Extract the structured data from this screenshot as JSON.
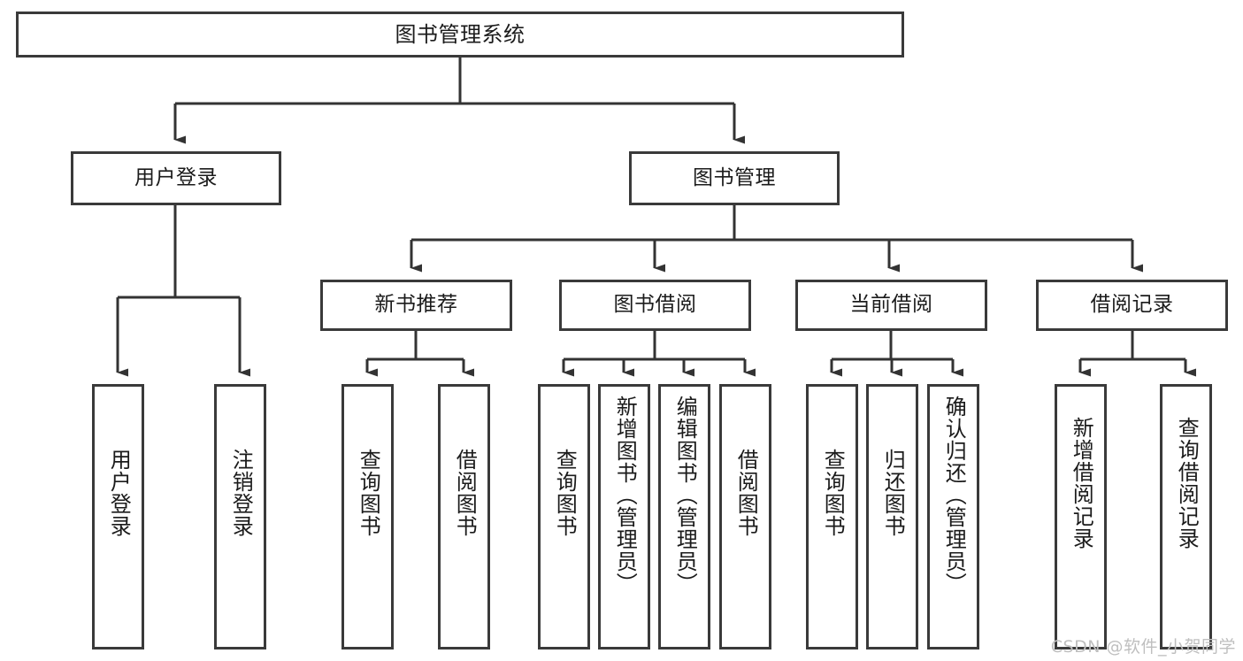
{
  "diagram": {
    "type": "tree-hierarchy",
    "title": "图书管理系统",
    "orientation": "top-down",
    "colors": {
      "box_border": "#3a3a3a",
      "box_fill": "#ffffff",
      "edge": "#333333",
      "text": "#1b1b1b",
      "watermark": "#bfbfbf",
      "background": "#ffffff"
    },
    "levels": 4
  },
  "nodes": {
    "root": {
      "label": "图书管理系统"
    },
    "level2": [
      {
        "id": "user-login",
        "label": "用户登录"
      },
      {
        "id": "book-management",
        "label": "图书管理"
      }
    ],
    "level3": [
      {
        "id": "new-book-recommend",
        "label": "新书推荐"
      },
      {
        "id": "book-borrow",
        "label": "图书借阅"
      },
      {
        "id": "current-borrow",
        "label": "当前借阅"
      },
      {
        "id": "borrow-record",
        "label": "借阅记录"
      }
    ],
    "leaves": {
      "user_login": [
        {
          "id": "leaf-user-login",
          "label": "用户登录"
        },
        {
          "id": "leaf-logout-login",
          "label": "注销登录"
        }
      ],
      "new_book_recommend": [
        {
          "id": "leaf-query-book-1",
          "label": "查询图书"
        },
        {
          "id": "leaf-borrow-book-1",
          "label": "借阅图书"
        }
      ],
      "book_borrow": [
        {
          "id": "leaf-query-book-2",
          "label": "查询图书"
        },
        {
          "id": "leaf-add-book",
          "label": "新增图书（管理员）"
        },
        {
          "id": "leaf-edit-book",
          "label": "编辑图书（管理员）"
        },
        {
          "id": "leaf-borrow-book-2",
          "label": "借阅图书"
        }
      ],
      "current_borrow": [
        {
          "id": "leaf-query-book-3",
          "label": "查询图书"
        },
        {
          "id": "leaf-return-book",
          "label": "归还图书"
        },
        {
          "id": "leaf-confirm-return",
          "label": "确认归还（管理员）"
        }
      ],
      "borrow_record": [
        {
          "id": "leaf-add-borrow-record",
          "label": "新增借阅记录"
        },
        {
          "id": "leaf-query-borrow-record",
          "label": "查询借阅记录"
        }
      ]
    }
  },
  "watermark": {
    "text": "CSDN @软件_小贺同学"
  }
}
